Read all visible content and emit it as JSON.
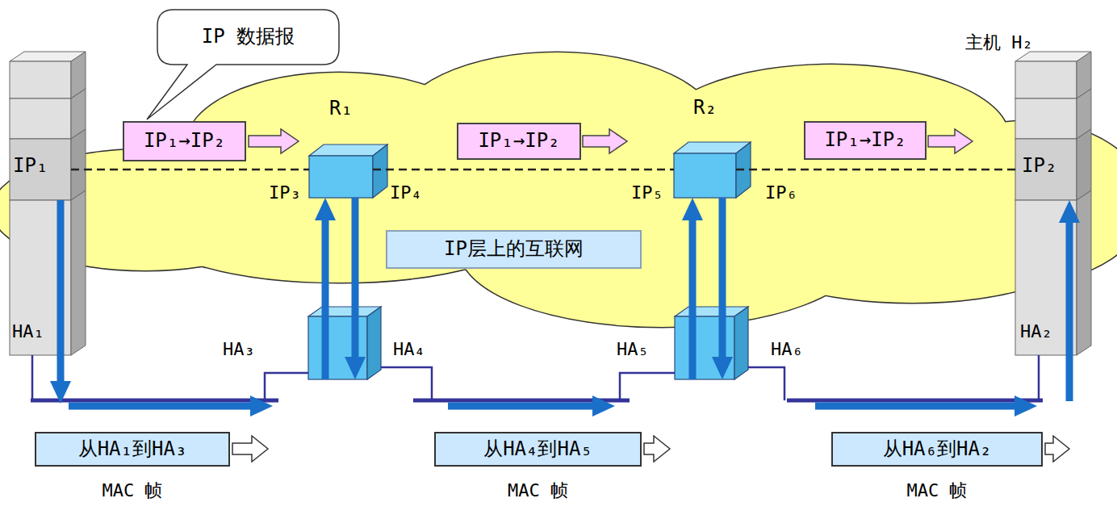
{
  "diagram": {
    "nodes": [
      {
        "text": [
          "IP 数据报"
        ]
      },
      {
        "text": [
          "IP₁"
        ]
      },
      {
        "text": [
          "IP₁→IP₂"
        ]
      },
      {
        "text": [
          "R₁"
        ]
      },
      {
        "text": [
          "IP₁→IP₂"
        ]
      },
      {
        "text": [
          "R₂"
        ]
      },
      {
        "text": [
          "IP₁→IP₂"
        ]
      },
      {
        "text": [
          "IP₂"
        ]
      },
      {
        "text": [
          "IP层上的互联网"
        ]
      },
      {
        "text": [
          "从HA₁到HA₃",
          "MAC 帧"
        ]
      },
      {
        "text": [
          "从HA₄到HA₅",
          "MAC 帧"
        ]
      },
      {
        "text": [
          "从HA₆到HA₂",
          "MAC 帧"
        ]
      }
    ],
    "edges": [
      {
        "from": 1,
        "to": 3,
        "arrow": "to"
      },
      {
        "from": 3,
        "to": 5,
        "arrow": "to"
      },
      {
        "from": 5,
        "to": 7,
        "arrow": "to"
      },
      {
        "from": 1,
        "to": 3,
        "arrow": "none"
      },
      {
        "from": 3,
        "to": 5,
        "arrow": "none"
      },
      {
        "from": 5,
        "to": 7,
        "arrow": "none"
      }
    ],
    "labels": [
      "HA₁",
      "IP₃",
      "IP₄",
      "HA₃",
      "HA₄",
      "IP₅",
      "IP₆",
      "HA₅",
      "HA₆",
      "主机 H₂",
      "HA₂"
    ]
  }
}
